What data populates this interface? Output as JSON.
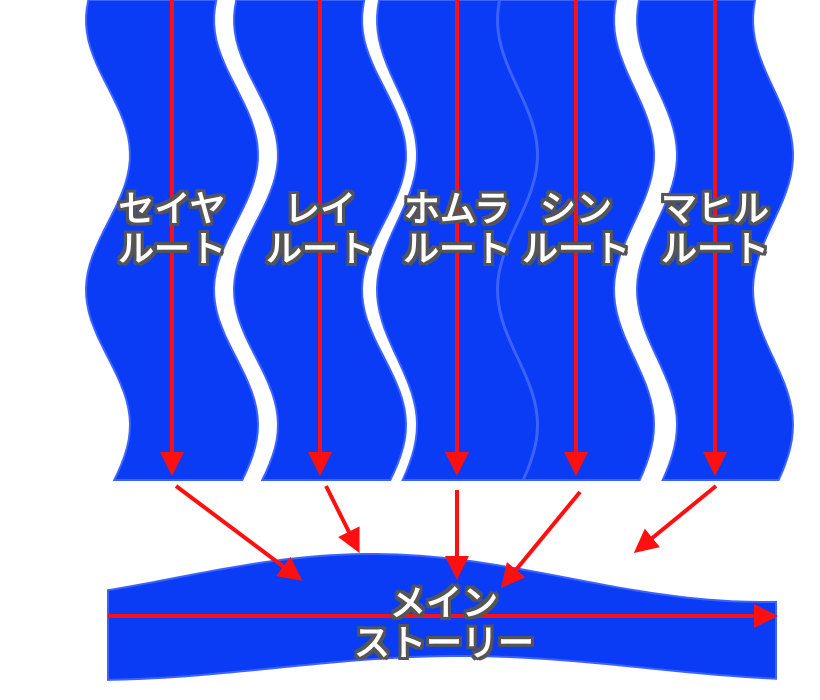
{
  "colors": {
    "river": "#0a3cf5",
    "river_edge": "#3c63ff",
    "arrow": "#ff1010",
    "label_fill": "#ffffff",
    "label_outline": "#555555"
  },
  "routes": [
    {
      "name": "セイヤ",
      "suffix": "ルート"
    },
    {
      "name": "レイ",
      "suffix": "ルート"
    },
    {
      "name": "ホムラ",
      "suffix": "ルート"
    },
    {
      "name": "シン",
      "suffix": "ルート"
    },
    {
      "name": "マヒル",
      "suffix": "ルート"
    }
  ],
  "main_story": {
    "line1": "メイン",
    "line2": "ストーリー"
  }
}
